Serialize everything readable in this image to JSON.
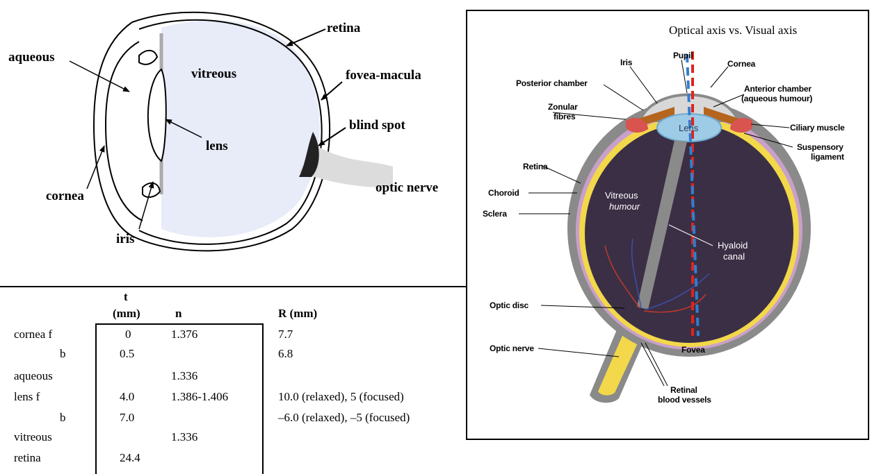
{
  "left_diagram": {
    "labels": {
      "retina": "retina",
      "aqueous": "aqueous",
      "vitreous": "vitreous",
      "fovea_macula": "fovea-macula",
      "blind_spot": "blind spot",
      "lens": "lens",
      "cornea": "cornea",
      "optic_nerve": "optic nerve",
      "iris": "iris"
    }
  },
  "table": {
    "headers": {
      "t_top": "t",
      "t_bottom": "(mm)",
      "n": "n",
      "R": "R (mm)"
    },
    "rows": [
      {
        "name": "cornea f",
        "t": "0",
        "n": "1.376",
        "R": "7.7"
      },
      {
        "name": "b",
        "t": "0.5",
        "n": "",
        "R": "6.8"
      },
      {
        "name": "aqueous",
        "t": "",
        "n": "1.336",
        "R": ""
      },
      {
        "name": "lens f",
        "t": "4.0",
        "n": "1.386-1.406",
        "R": "10.0 (relaxed), 5 (focused)"
      },
      {
        "name": "b",
        "t": "7.0",
        "n": "",
        "R": "–6.0 (relaxed), –5 (focused)"
      },
      {
        "name": "vitreous",
        "t": "",
        "n": "1.336",
        "R": ""
      },
      {
        "name": "retina",
        "t": "24.4",
        "n": "",
        "R": ""
      }
    ]
  },
  "right_diagram": {
    "title": "Optical axis vs. Visual axis",
    "labels": {
      "pupil": "Pupil",
      "iris": "Iris",
      "cornea": "Cornea",
      "posterior_chamber": "Posterior chamber",
      "anterior_chamber_1": "Anterior chamber",
      "anterior_chamber_2": "(aqueous humour)",
      "zonular_1": "Zonular",
      "zonular_2": "fibres",
      "lens": "Lens",
      "ciliary_muscle": "Ciliary muscle",
      "suspensory_1": "Suspensory",
      "suspensory_2": "ligament",
      "retina": "Retina",
      "choroid": "Choroid",
      "sclera": "Sclera",
      "vitreous_1": "Vitreous",
      "vitreous_2": "humour",
      "hyaloid_1": "Hyaloid",
      "hyaloid_2": "canal",
      "optic_disc": "Optic disc",
      "optic_nerve": "Optic nerve",
      "fovea": "Fovea",
      "retinal_vessels_1": "Retinal",
      "retinal_vessels_2": "blood vessels"
    },
    "colors": {
      "sclera": "#8a8a8a",
      "vitreous": "#3b2f45",
      "choroid": "#c9a0c9",
      "retina": "#f2d84a",
      "lens": "#9ecbe6",
      "iris": "#b5651d",
      "ciliary": "#d9534f",
      "optical_axis": "#e2231a",
      "visual_axis": "#2f7fd1"
    }
  }
}
